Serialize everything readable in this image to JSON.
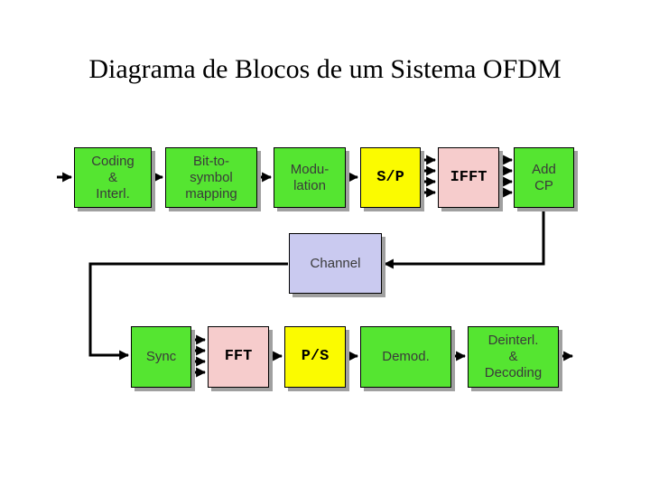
{
  "slide": {
    "title": "Diagrama de Blocos de um Sistema OFDM"
  },
  "colors": {
    "block_green": "#55e531",
    "block_yellow": "#fbfb00",
    "block_pink": "#f6cccc",
    "block_lavender": "#cacaf0",
    "shadow_gray": "#a0a0a0",
    "label_dark": "#3a3a3a",
    "connector_black": "#000000",
    "background": "#ffffff"
  },
  "blocks": {
    "coding": {
      "label": "Coding\n&\nInterl."
    },
    "bit_to_symbol": {
      "label": "Bit-to-\nsymbol\nmapping"
    },
    "modulation": {
      "label": "Modu-\nlation"
    },
    "serial_to_parallel": {
      "label": "S/P"
    },
    "ifft": {
      "label": "IFFT"
    },
    "add_cp": {
      "label": "Add\nCP"
    },
    "channel": {
      "label": "Channel"
    },
    "sync": {
      "label": "Sync"
    },
    "fft": {
      "label": "FFT"
    },
    "parallel_to_serial": {
      "label": "P/S"
    },
    "demod": {
      "label": "Demod."
    },
    "deinterl": {
      "label": "Deinterl.\n&\nDecoding"
    }
  }
}
